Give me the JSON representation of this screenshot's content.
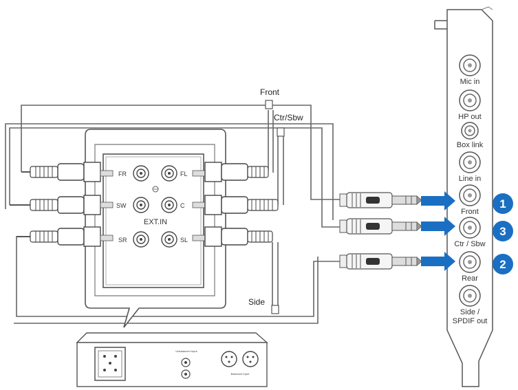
{
  "colors": {
    "accent": "#1b6fc2",
    "line": "#666666",
    "plug": "#cfcfcf"
  },
  "cable_labels": {
    "front": "Front",
    "ctr_sbw": "Ctr/Sbw",
    "side": "Side"
  },
  "speaker_box": {
    "label": "EXT.IN",
    "jacks_left": [
      "FR",
      "SW",
      "SR"
    ],
    "jacks_right": [
      "FL",
      "C",
      "SL"
    ]
  },
  "device": {
    "label_1": "Unbalanced Input",
    "label_2": "Balanced Input"
  },
  "card": {
    "ports": [
      {
        "label": "Mic in"
      },
      {
        "label": "HP out"
      },
      {
        "label": "Box link"
      },
      {
        "label": "Line in"
      },
      {
        "label": "Front",
        "badge": "1"
      },
      {
        "label": "Ctr / Sbw",
        "badge": "3"
      },
      {
        "label": "Rear",
        "badge": "2"
      },
      {
        "label": "Side /",
        "label_2": "SPDIF out"
      }
    ]
  }
}
